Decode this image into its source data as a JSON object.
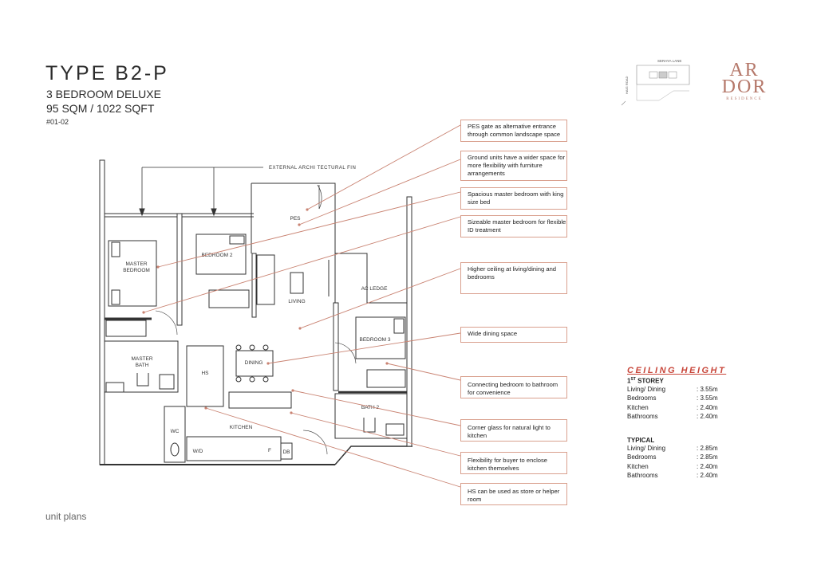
{
  "header": {
    "title": "TYPE B2-P",
    "bedrooms": "3 BEDROOM DELUXE",
    "area": "95 SQM / 1022 SQFT",
    "unit_no": "#01-02"
  },
  "footer": {
    "section": "unit plans"
  },
  "logo": {
    "line1": "AR",
    "line2": "DOR",
    "line3": "RESIDENCE"
  },
  "keyplan": {
    "road_top": "SERAYA LANE",
    "road_side": "HAIG ROAD"
  },
  "plan_labels": {
    "fin": "EXTERNAL  ARCHI TECTURAL  FIN",
    "pes": "PES",
    "master_bedroom_1": "MASTER",
    "master_bedroom_2": "BEDROOM",
    "bedroom2": "BEDROOM 2",
    "living": "LIVING",
    "ac_ledge": "AC LEDGE",
    "bedroom3": "BEDROOM 3",
    "master_bath_1": "MASTER",
    "master_bath_2": "BATH",
    "hs": "HS",
    "dining": "DINING",
    "kitchen": "KITCHEN",
    "wc": "WC",
    "wd": "W/D",
    "f": "F",
    "db": "DB",
    "bath2": "BATH 2"
  },
  "callouts": [
    "PES gate as alternative entrance through common landscape space",
    "Ground units have a wider space for more flexibility with furniture arrangements",
    "Spacious master bedroom with king size bed",
    "Sizeable master bedroom for flexible ID treatment",
    "Higher ceiling at living/dining and bedrooms",
    "Wide dining space",
    "Connecting bedroom to bathroom for convenience",
    "Corner glass for natural light to kitchen",
    "Flexibility for buyer to enclose kitchen themselves",
    "HS can be used as store or helper room"
  ],
  "ceiling": {
    "heading": "CEILING HEIGHT",
    "first_storey_label": "1ST STOREY",
    "first_storey": [
      {
        "room": "Living/ Dining",
        "height": ": 3.55m"
      },
      {
        "room": "Bedrooms",
        "height": ": 3.55m"
      },
      {
        "room": "Kitchen",
        "height": ": 2.40m"
      },
      {
        "room": "Bathrooms",
        "height": ": 2.40m"
      }
    ],
    "typical_label": "TYPICAL",
    "typical": [
      {
        "room": "Living/ Dining",
        "height": ": 2.85m"
      },
      {
        "room": "Bedrooms",
        "height": ": 2.85m"
      },
      {
        "room": "Kitchen",
        "height": ": 2.40m"
      },
      {
        "room": "Bathrooms",
        "height": ": 2.40m"
      }
    ]
  },
  "colors": {
    "accent": "#c8463a",
    "callout_border": "#d9a08e",
    "leader": "#c98372",
    "logo": "#b5786a"
  }
}
